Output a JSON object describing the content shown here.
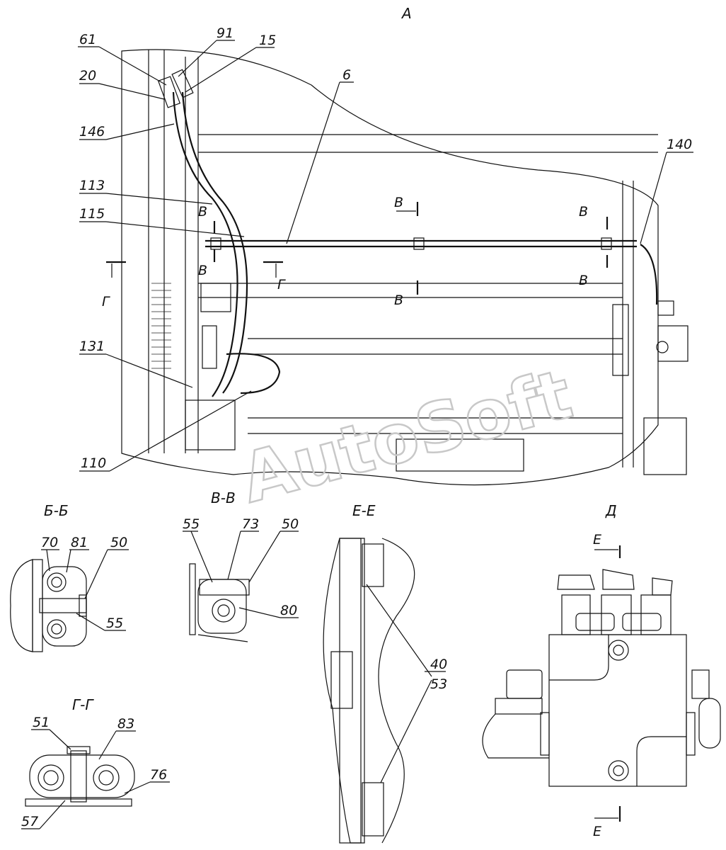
{
  "view_labels": {
    "A": "А",
    "bb": "Б-Б",
    "vv": "В-В",
    "ee": "Е-Е",
    "gg": "Г-Г",
    "d": "Д"
  },
  "section_marks": {
    "B": "В",
    "G": "Г",
    "E": "Е"
  },
  "callouts_view_a": [
    "61",
    "91",
    "15",
    "20",
    "146",
    "6",
    "140",
    "113",
    "115",
    "131",
    "110"
  ],
  "callouts_bb": [
    "70",
    "81",
    "50",
    "55"
  ],
  "callouts_vv": [
    "55",
    "73",
    "50",
    "80"
  ],
  "callouts_ee": [
    "40",
    "53"
  ],
  "callouts_gg": [
    "51",
    "83",
    "76",
    "57"
  ],
  "watermark": "AutoSoft"
}
